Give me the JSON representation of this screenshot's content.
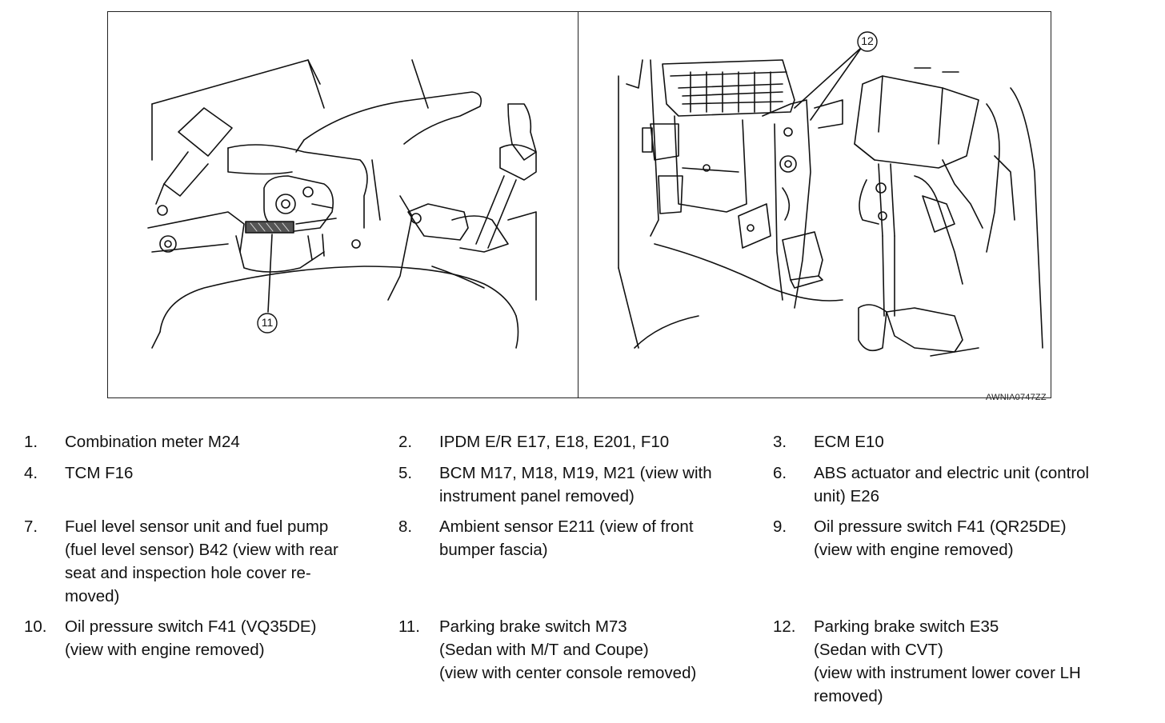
{
  "figure": {
    "image_code": "AWNIA0747ZZ",
    "callouts": {
      "left": "11",
      "right": "12"
    }
  },
  "legend": [
    {
      "num": "1.",
      "text": "Combination meter M24"
    },
    {
      "num": "2.",
      "text": "IPDM E/R E17, E18, E201, F10"
    },
    {
      "num": "3.",
      "text": "ECM E10"
    },
    {
      "num": "4.",
      "text": "TCM F16"
    },
    {
      "num": "5.",
      "text": "BCM M17, M18, M19, M21 (view with\ninstrument panel removed)"
    },
    {
      "num": "6.",
      "text": "ABS actuator and electric unit (control\nunit) E26"
    },
    {
      "num": "7.",
      "text": "Fuel level sensor unit and fuel pump\n(fuel level sensor) B42 (view with rear\nseat and inspection hole cover re-\nmoved)"
    },
    {
      "num": "8.",
      "text": "Ambient sensor E211 (view of front\nbumper fascia)"
    },
    {
      "num": "9.",
      "text": "Oil pressure switch F41 (QR25DE)\n(view with engine removed)"
    },
    {
      "num": "10.",
      "text": "Oil pressure switch F41 (VQ35DE)\n(view with engine removed)"
    },
    {
      "num": "11.",
      "text": "Parking brake switch M73\n(Sedan with M/T and Coupe)\n(view with center console removed)"
    },
    {
      "num": "12.",
      "text": "Parking brake switch E35\n(Sedan with CVT)\n(view with instrument lower cover LH\nremoved)"
    }
  ]
}
